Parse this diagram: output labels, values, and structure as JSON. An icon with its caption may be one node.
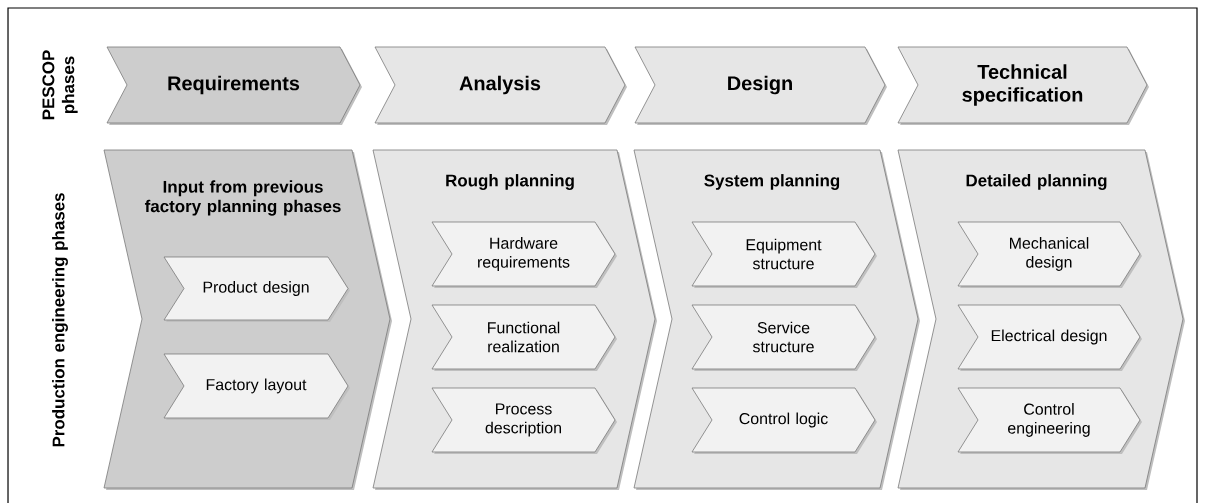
{
  "diagram": {
    "nodes": [
      {
        "text": [
          "Requirements"
        ]
      },
      {
        "text": [
          "Analysis"
        ]
      },
      {
        "text": [
          "Design"
        ]
      },
      {
        "text": [
          "Technical specification"
        ]
      },
      {
        "text": [
          "Input from previous factory planning phases"
        ]
      },
      {
        "text": [
          "Product design"
        ],
        "in": 4
      },
      {
        "text": [
          "Factory layout"
        ],
        "in": 4
      },
      {
        "text": [
          "Rough planning"
        ]
      },
      {
        "text": [
          "Hardware requirements"
        ],
        "in": 7
      },
      {
        "text": [
          "Functional realization"
        ],
        "in": 7
      },
      {
        "text": [
          "Process description"
        ],
        "in": 7
      },
      {
        "text": [
          "System planning"
        ]
      },
      {
        "text": [
          "Equipment structure"
        ],
        "in": 11
      },
      {
        "text": [
          "Service structure"
        ],
        "in": 11
      },
      {
        "text": [
          "Control logic"
        ],
        "in": 11
      },
      {
        "text": [
          "Detailed planning"
        ]
      },
      {
        "text": [
          "Mechanical design"
        ],
        "in": 15
      },
      {
        "text": [
          "Electrical design"
        ],
        "in": 15
      },
      {
        "text": [
          "Control engineering"
        ],
        "in": 15
      }
    ],
    "labels": [
      "PESCOP phases",
      "Production engineering phases"
    ]
  }
}
